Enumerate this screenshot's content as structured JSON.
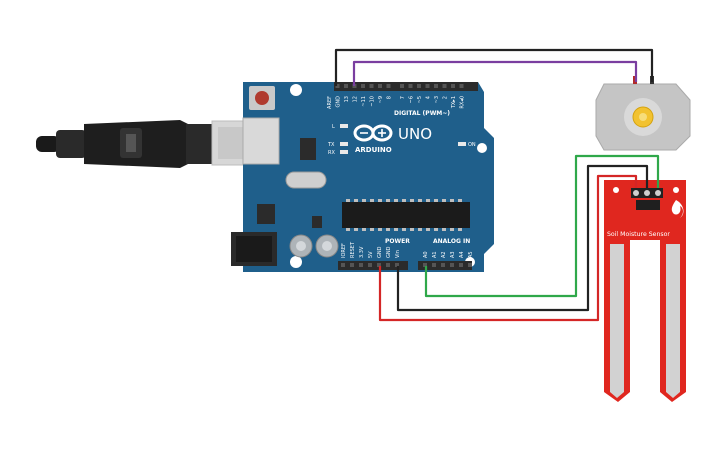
{
  "board": {
    "logo_text": "ARDUINO",
    "model_text": "UNO",
    "digital_header_label": "DIGITAL (PWM~)",
    "power_header_label": "POWER",
    "analog_header_label": "ANALOG IN",
    "on_led_label": "ON",
    "tx_label": "TX",
    "rx_label": "RX",
    "l_label": "L",
    "digital_pins": [
      "AREF",
      "GND",
      "13",
      "12",
      "~11",
      "~10",
      "~9",
      "8",
      "7",
      "~6",
      "~5",
      "4",
      "~3",
      "2",
      "TX▸1",
      "RX◂0"
    ],
    "power_pins": [
      "IOREF",
      "RESET",
      "3.3V",
      "5V",
      "GND",
      "GND",
      "Vin"
    ],
    "analog_pins": [
      "A0",
      "A1",
      "A2",
      "A3",
      "A4",
      "A5"
    ]
  },
  "sensor": {
    "label": "Soil Moisture Sensor"
  },
  "wire_colors": {
    "black": "#222222",
    "purple": "#7a3ea0",
    "green": "#2fa84a",
    "red": "#d42626",
    "board_blue": "#1f5f8b",
    "sensor_red": "#e0271f"
  }
}
